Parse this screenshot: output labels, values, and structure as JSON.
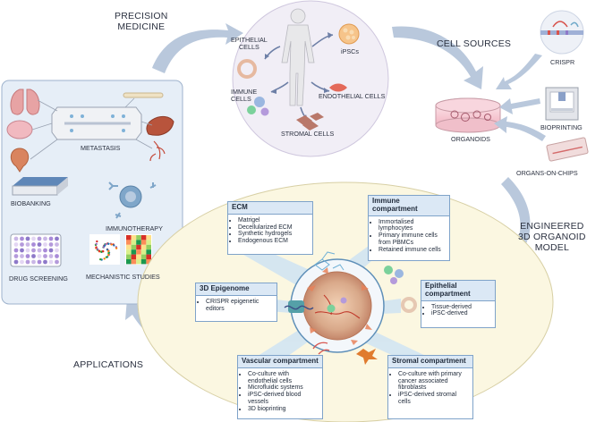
{
  "precision_medicine": {
    "line1": "PRECISION",
    "line2": "MEDICINE"
  },
  "cell_sources": "CELL SOURCES",
  "engineered_model": {
    "line1": "ENGINEERED",
    "line2": "3D ORGANOID",
    "line3": "MODEL"
  },
  "applications_heading": "APPLICATIONS",
  "patient_circle": {
    "epithelial": {
      "line1": "EPITHELIAL",
      "line2": "CELLS"
    },
    "ipscs": "iPSCs",
    "immune": {
      "line1": "IMMUNE",
      "line2": "CELLS"
    },
    "endothelial": "ENDOTHELIAL CELLS",
    "stromal": "STROMAL CELLS"
  },
  "sources": {
    "crispr": "CRISPR",
    "organoids": "ORGANOIDS",
    "bioprinting": "BIOPRINTING",
    "organs_on_chips": "ORGANS-ON-CHIPS"
  },
  "applications_panel": {
    "metastasis": "METASTASIS",
    "biobanking": "BIOBANKING",
    "immunotherapy": "IMMUNOTHERAPY",
    "drug_screening": "DRUG SCREENING",
    "mechanistic": "MECHANISTIC STUDIES"
  },
  "compartments": {
    "ecm": {
      "title": "ECM",
      "items": [
        "Matrigel",
        "Decellularized ECM",
        "Synthetic hydrogels",
        "Endogenous ECM"
      ]
    },
    "immune": {
      "title": "Immune compartment",
      "items": [
        "Immortalised lymphocytes",
        "Primary immune cells from PBMCs",
        "Retained immune cells"
      ]
    },
    "epigenome": {
      "title": "3D Epigenome",
      "items": [
        "CRISPR epigenetic editors"
      ]
    },
    "epithelial": {
      "title": "Epithelial compartment",
      "items": [
        "Tissue-derived",
        "iPSC-derived"
      ]
    },
    "vascular": {
      "title": "Vascular compartment",
      "items": [
        "Co-culture with endothelial cells",
        "Microfluidic systems",
        "iPSC-derived blood vessels",
        "3D bioprinting"
      ]
    },
    "stromal": {
      "title": "Stromal compartment",
      "items": [
        "Co-culture with primary cancer associated fibroblasts",
        "iPSC-derived stromal cells"
      ]
    }
  },
  "colors": {
    "arrow": "#b9c8dc",
    "panel_bg": "#e6eef7",
    "ellipse_bg": "#fbf7e1",
    "box_header": "#dbe8f5",
    "box_border": "#7fa3c9"
  }
}
